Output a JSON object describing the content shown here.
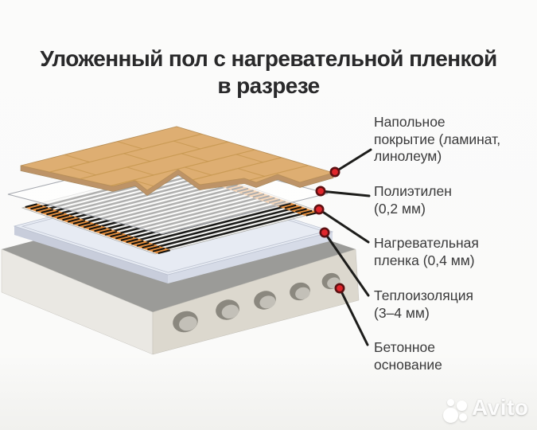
{
  "title": {
    "line1": "Уложенный пол с нагревательной пленкой",
    "line2": "в разрезе"
  },
  "labels": [
    {
      "name": "floor-covering",
      "lines": [
        "Напольное",
        "покрытие (ламинат,",
        "линолеум)"
      ]
    },
    {
      "name": "polyethylene",
      "lines": [
        "Полиэтилен",
        "(0,2 мм)"
      ]
    },
    {
      "name": "heating-film",
      "lines": [
        "Нагревательная",
        "пленка (0,4 мм)"
      ]
    },
    {
      "name": "thermal-insulation",
      "lines": [
        "Теплоизоляция",
        "(3–4 мм)"
      ]
    },
    {
      "name": "concrete-base",
      "lines": [
        "Бетонное",
        "основание"
      ]
    }
  ],
  "watermark": {
    "text": "Avito"
  },
  "colors": {
    "wood": "#DEAE72",
    "wood_edge": "#BD9367",
    "busbar_orange": "#E68F3E",
    "film_stripe": "#191917",
    "insulation": "#E7EBF3",
    "concrete_top": "#9B9B98",
    "concrete_front": "#DCD8CE",
    "callout_dot_red": "#E0252B",
    "callout_line": "#1D1D1B",
    "title_text": "#29292A"
  }
}
